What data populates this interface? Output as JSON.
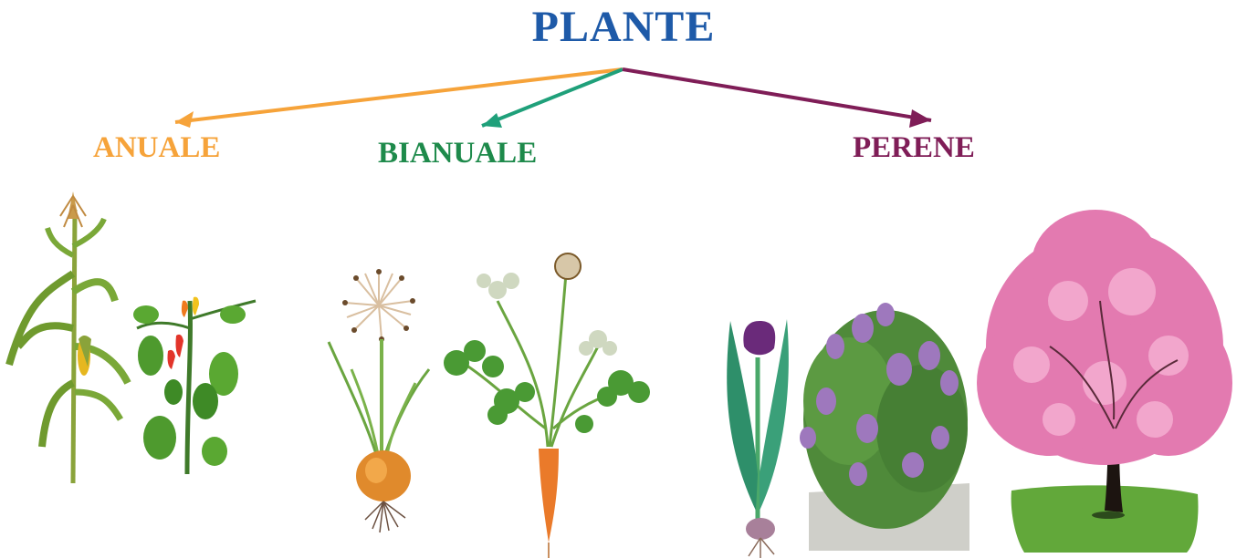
{
  "title": "PLANTE",
  "categories": [
    {
      "label": "ANUALE",
      "color": "#F6A33A"
    },
    {
      "label": "BIANUALE",
      "color": "#1E8A4B"
    },
    {
      "label": "PERENE",
      "color": "#7F1D57"
    }
  ],
  "colors": {
    "title": "#1E5AA8",
    "arrow_anuale": "#F6A33A",
    "arrow_bianuale": "#1FA07A",
    "arrow_perene": "#7F1D57"
  },
  "plants": [
    {
      "group": "anuale",
      "icon": "corn-plant-icon"
    },
    {
      "group": "anuale",
      "icon": "pepper-plant-icon"
    },
    {
      "group": "bianuale",
      "icon": "onion-plant-icon"
    },
    {
      "group": "bianuale",
      "icon": "carrot-plant-icon"
    },
    {
      "group": "perene",
      "icon": "tulip-plant-icon"
    },
    {
      "group": "perene",
      "icon": "lilac-bush-icon"
    },
    {
      "group": "perene",
      "icon": "flowering-tree-icon"
    }
  ]
}
